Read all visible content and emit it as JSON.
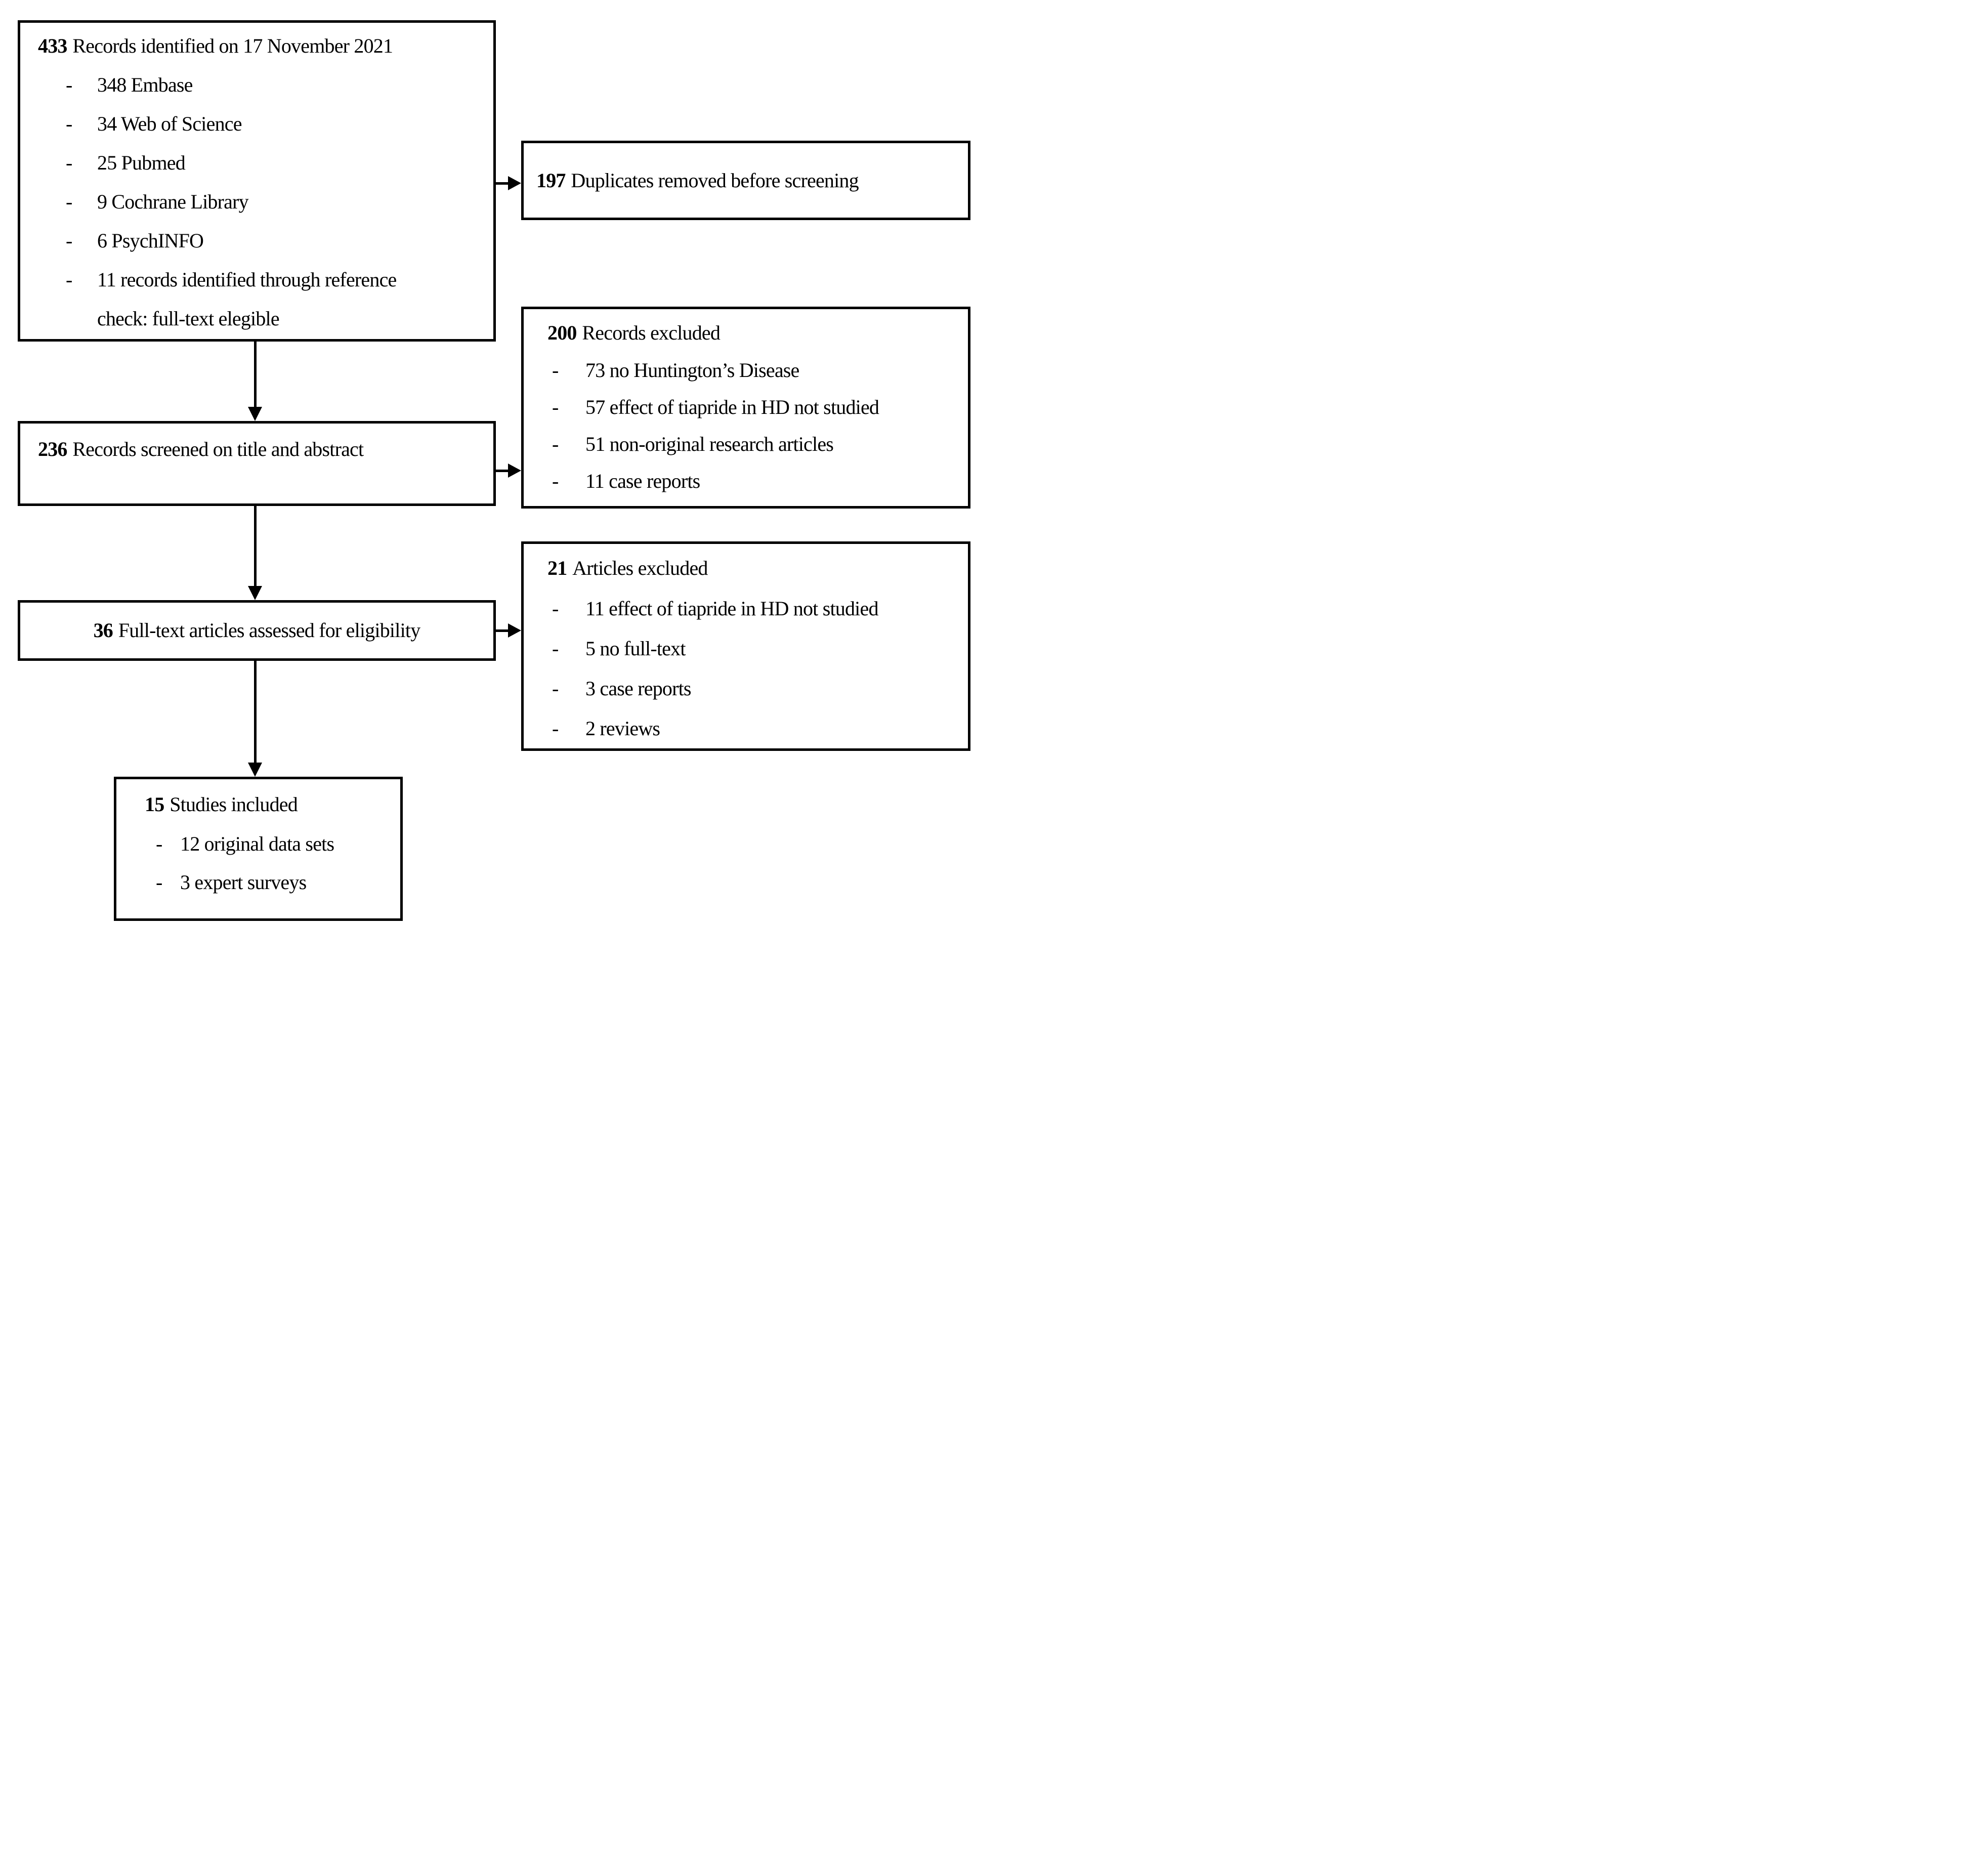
{
  "boxes": {
    "identified": {
      "number": "433",
      "label": "Records identified on 17 November 2021",
      "items": [
        "348 Embase",
        "34 Web of Science",
        "25 Pubmed",
        "9 Cochrane Library",
        "6 PsychINFO",
        "11 records identified through reference check: full-text elegible"
      ]
    },
    "duplicates": {
      "number": "197",
      "label": "Duplicates removed before screening"
    },
    "screened": {
      "number": "236",
      "label": "Records screened on title and abstract"
    },
    "records_excluded": {
      "number": "200",
      "label": "Records excluded",
      "items": [
        "73 no Huntington’s Disease",
        "57 effect of tiapride in HD not studied",
        "51 non-original research articles",
        "11 case reports"
      ]
    },
    "fulltext": {
      "number": "36",
      "label": "Full-text articles assessed for eligibility"
    },
    "articles_excluded": {
      "number": "21",
      "label": "Articles excluded",
      "items": [
        "11 effect of tiapride in HD not studied",
        "5 no full-text",
        "3 case reports",
        "2 reviews"
      ]
    },
    "included": {
      "number": "15",
      "label": "Studies included",
      "items": [
        "12 original data sets",
        "3 expert surveys"
      ]
    }
  },
  "colors": {
    "ink": "#000000",
    "background": "#ffffff"
  }
}
